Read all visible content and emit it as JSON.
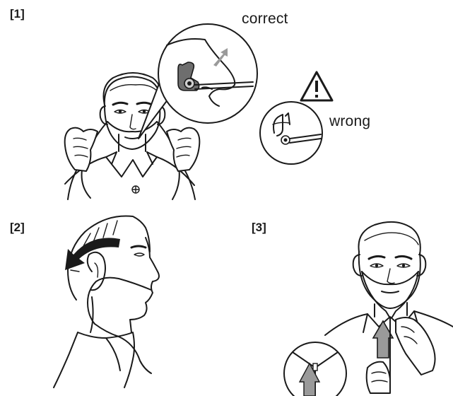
{
  "panels": [
    {
      "step": "[1]",
      "correct_label": "correct",
      "wrong_label": "wrong"
    },
    {
      "step": "[2]"
    },
    {
      "step": "[3]"
    }
  ],
  "colors": {
    "ink": "#1a1a1a",
    "arrow_gray": "#9a9a9a",
    "background": "#ffffff"
  },
  "icons": [
    "warning-triangle-icon",
    "rotation-arrow-icon",
    "up-arrow-icon"
  ]
}
